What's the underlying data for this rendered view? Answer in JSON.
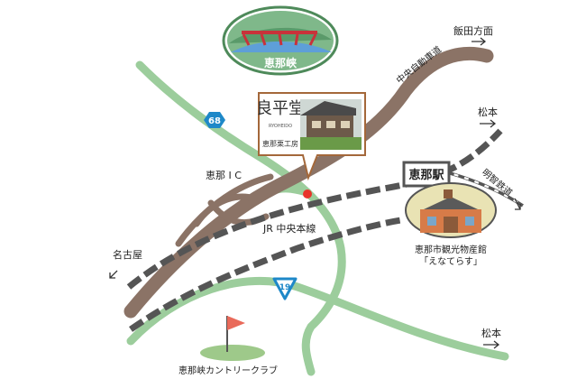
{
  "labels": {
    "gorge": "恵那峡",
    "ena_ic": "恵那 I C",
    "iida": "飯田方面",
    "chuo_expressway": "中央自動車道",
    "matsumoto_top": "松本",
    "ena_station": "恵那駅",
    "akechi_railway": "明智鉄道",
    "jr_line": "JR 中央本線",
    "nagoya": "名古屋",
    "matsumoto_bottom": "松本",
    "kanko_line1": "恵那市観光物産館",
    "kanko_line2": "「えなてらす」",
    "golf_club": "恵那峡カントリークラブ"
  },
  "route_shields": {
    "route_68": "68",
    "route_19": "19"
  },
  "shop_sign": {
    "logo_text": "良平堂",
    "romaji": "RYOHEIDO",
    "subtitle": "恵那栗工房"
  },
  "colors": {
    "expressway": "#8b7366",
    "road": "#9ccd9c",
    "rail": "#555555",
    "marker": "#e8342a",
    "sign_border": "#a4683a",
    "shield": "#1e88c8",
    "gorge_ring": "#4e8a5a",
    "flag": "#e96a5a"
  },
  "icons": [
    "location-pin-icon",
    "golf-flag-icon",
    "gorge-bridge-icon",
    "building-icon"
  ]
}
